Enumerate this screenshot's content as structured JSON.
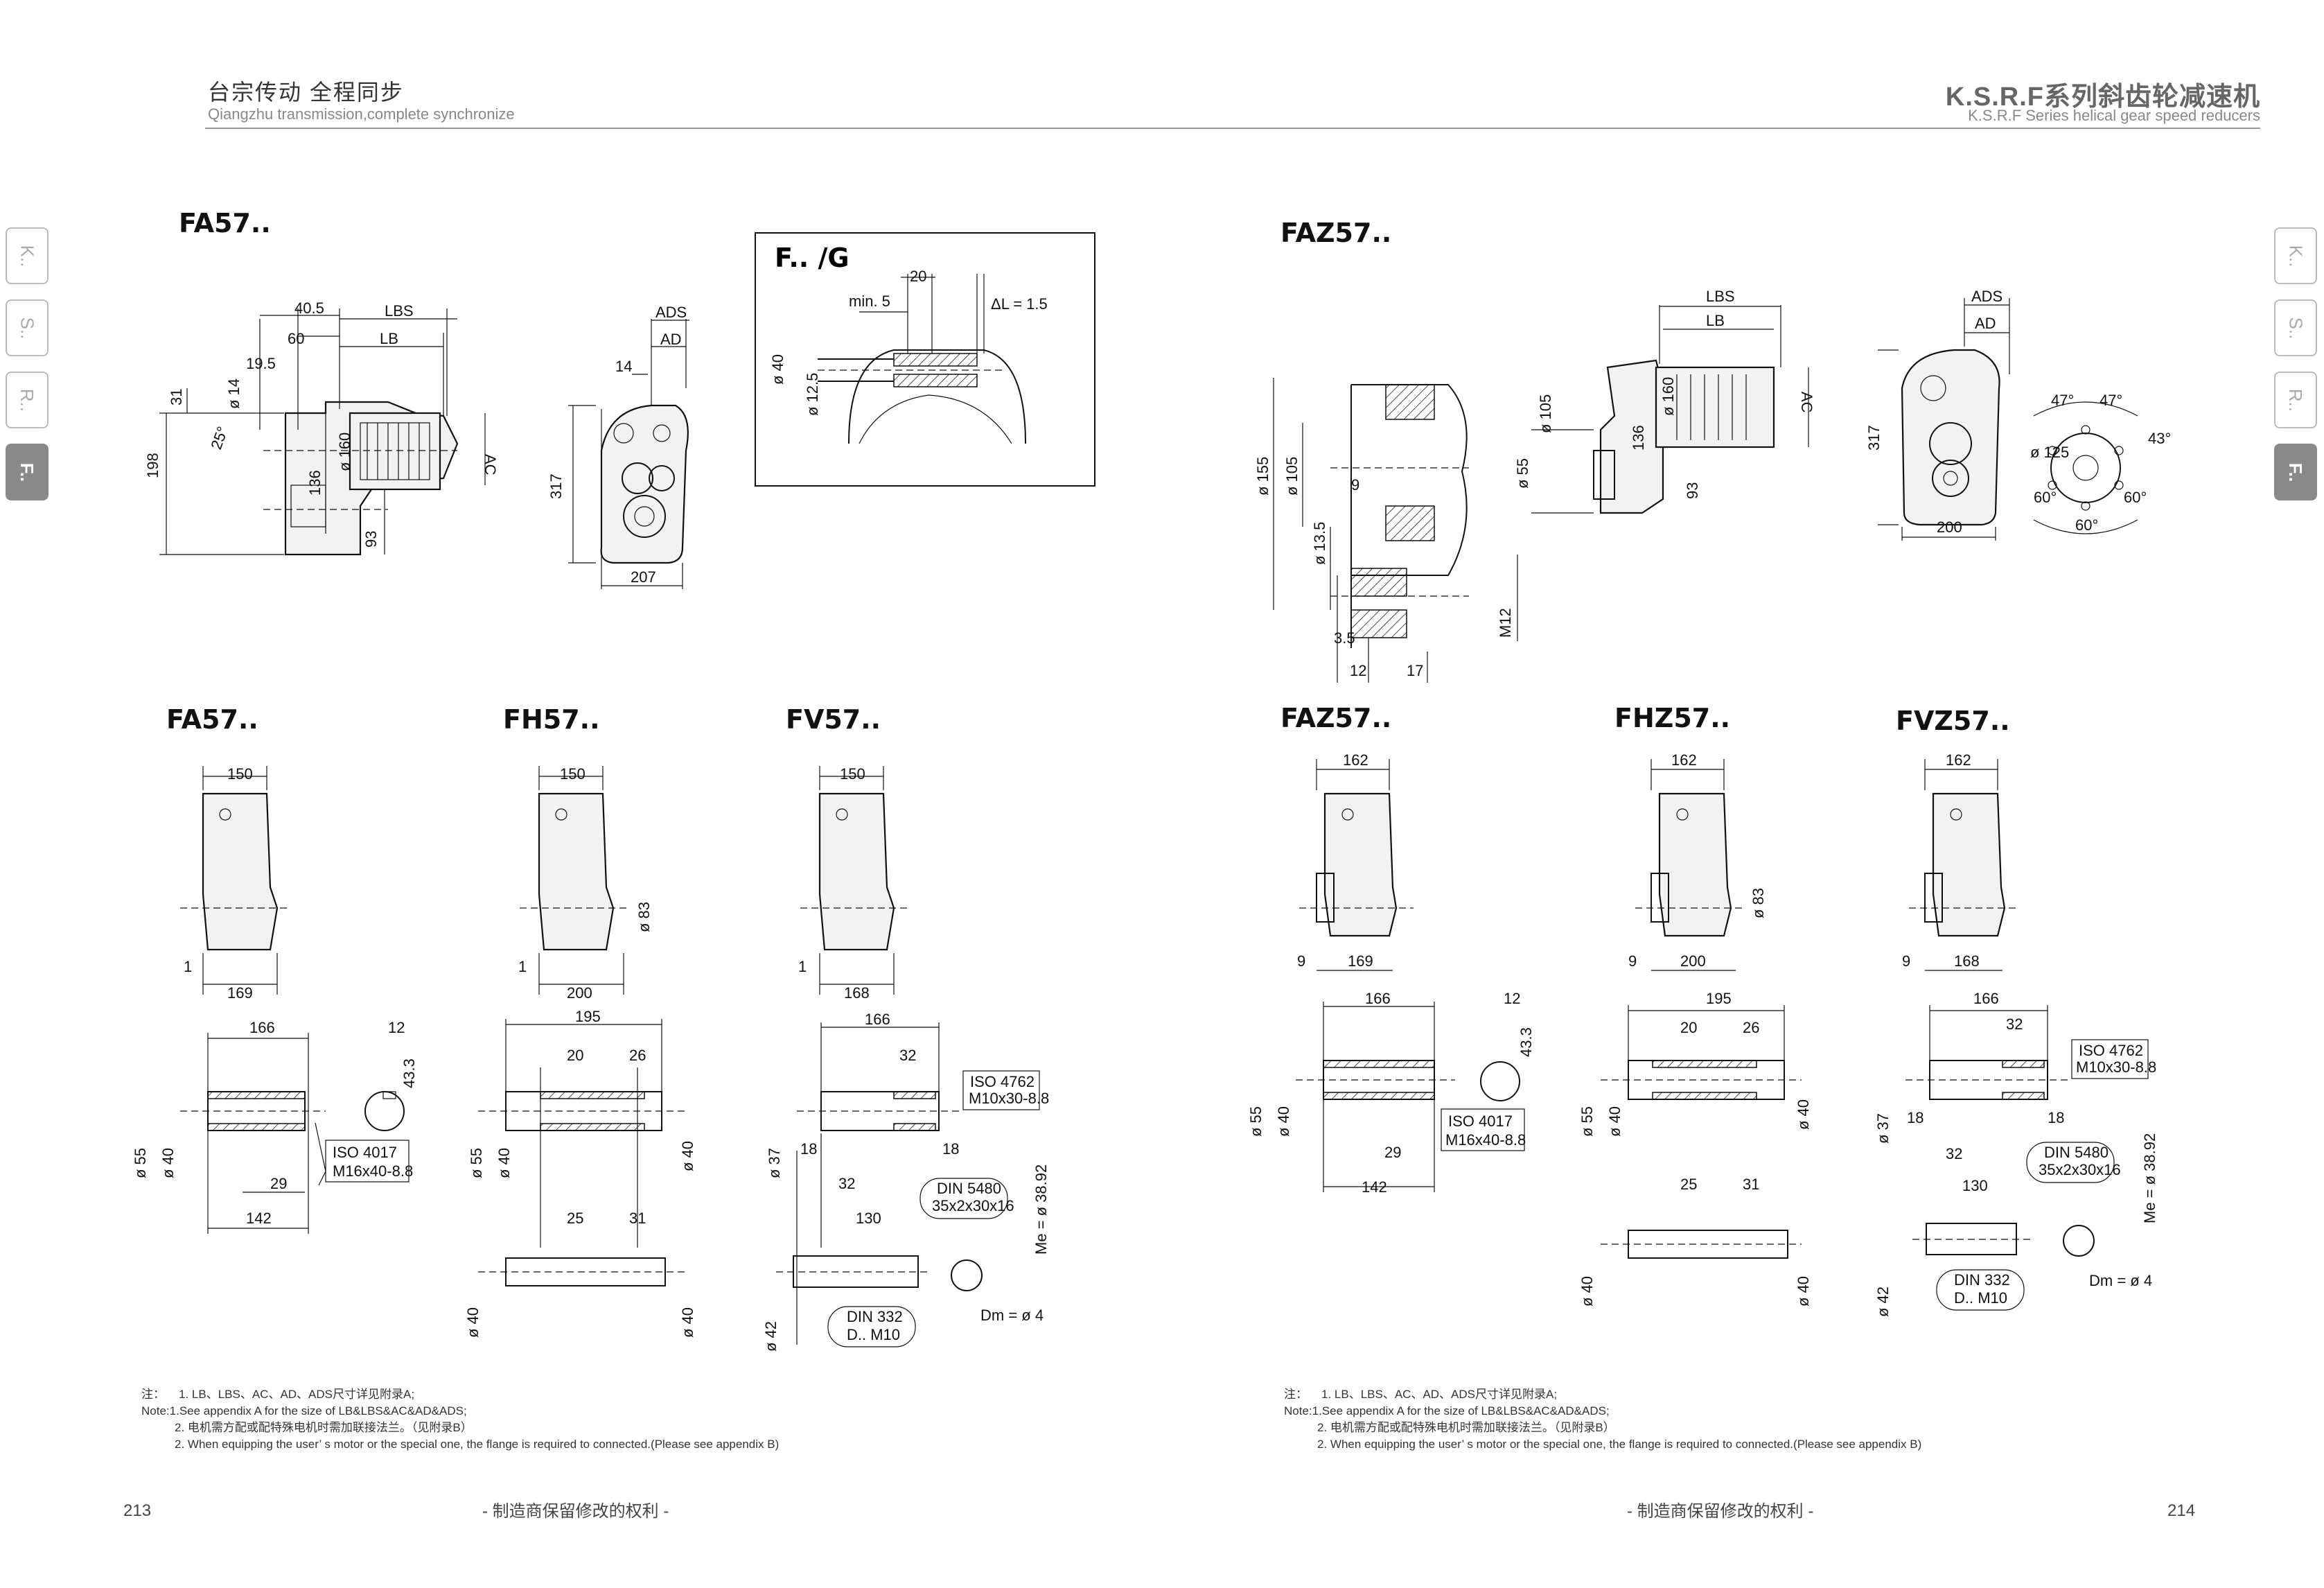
{
  "header_left": {
    "cn": "台宗传动  全程同步",
    "en": "Qiangzhu transmission,complete synchronize"
  },
  "header_right": {
    "cn": "K.S.R.F系列斜齿轮减速机",
    "en": "K.S.R.F Series helical gear speed reducers"
  },
  "side_tabs": [
    "K..",
    "S..",
    "R..",
    "F.."
  ],
  "active_tab": "F..",
  "labels": {
    "fa57_top": "FA57..",
    "fg_box": "F.. /G",
    "faz57_top": "FAZ57..",
    "fa57": "FA57..",
    "fh57": "FH57..",
    "fv57": "FV57..",
    "faz57": "FAZ57..",
    "fhz57": "FHZ57..",
    "fvz57": "FVZ57.."
  },
  "dims": {
    "d40_5": "40.5",
    "lbs": "LBS",
    "d60": "60",
    "lb": "LB",
    "d19_5": "19.5",
    "d31": "31",
    "phi14": "ø 14",
    "d25deg": "25°",
    "d198": "198",
    "phi160": "ø 160",
    "d136": "136",
    "ac": "AC",
    "d93": "93",
    "ads": "ADS",
    "ad": "AD",
    "d14": "14",
    "d317": "317",
    "d207": "207",
    "d20": "20",
    "min5": "min. 5",
    "dl": "ΔL = 1.5",
    "phi40": "ø 40",
    "phi12_5": "ø 12.5",
    "phi155": "ø 155",
    "phi105": "ø 105",
    "d9": "9",
    "phi13_5": "ø 13.5",
    "d3_5": "3.5",
    "d12": "12",
    "d17": "17",
    "m12": "M12",
    "d200": "200",
    "phi125": "ø 125",
    "d47a": "47°",
    "d47b": "47°",
    "d43": "43°",
    "d60a": "60°",
    "d60b": "60°",
    "d60c": "60°",
    "d150": "150",
    "d169": "169",
    "d1": "1",
    "phi83": "ø 83",
    "d168": "168",
    "d162": "162",
    "d166": "166",
    "d195": "195",
    "d43_3": "43.3",
    "phi55": "ø 55",
    "phi40h7": "ø 40",
    "d29": "29",
    "d142": "142",
    "iso4017": "ISO 4017",
    "m16": "M16x40-8.8",
    "d26": "26",
    "d25": "25",
    "phi40h6": "ø 40",
    "d32": "32",
    "iso4762": "ISO 4762",
    "m10": "M10x30-8.8",
    "phi37": "ø 37",
    "d18": "18",
    "d130": "130",
    "din5480": "DIN 5480",
    "spline": "35x2x30x16",
    "me": "Me = ø 38.92",
    "din332": "DIN 332",
    "dm10": "D.. M10",
    "phi42": "ø 42",
    "dm": "Dm = ø 4"
  },
  "notes": {
    "zh_head": "注：",
    "zh1": "1. LB、LBS、AC、AD、ADS尺寸详见附录A;",
    "en_head": "Note:",
    "en1": "1.See appendix A for the size of LB&LBS&AC&AD&ADS;",
    "zh2": "2. 电机需方配或配特殊电机时需加联接法兰。（见附录B）",
    "en2": "2. When equipping the user’ s motor or the special one, the flange is required to connected.(Please see appendix B)"
  },
  "footer": {
    "left_page": "213",
    "right_page": "214",
    "rights": "- 制造商保留修改的权利 -"
  }
}
